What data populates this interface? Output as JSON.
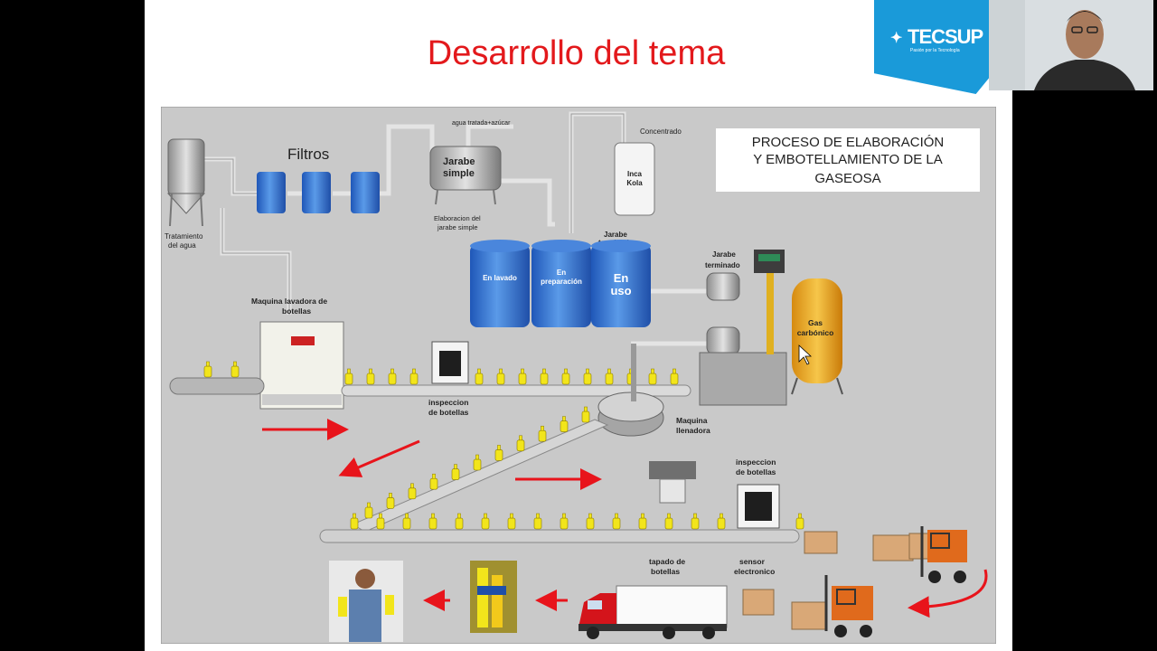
{
  "slide": {
    "title": "Desarrollo del tema"
  },
  "logo": {
    "brand": "TECSUP",
    "tagline": "Pasión por la Tecnología"
  },
  "diagram": {
    "heading": [
      "PROCESO DE ELABORACIÓN",
      "Y EMBOTELLAMIENTO DE LA",
      "GASEOSA"
    ],
    "filtros": "Filtros",
    "agua_tratada": "agua tratada+azúcar",
    "concentrado": "Concentrado",
    "tratamiento": [
      "Tratamiento",
      "del agua"
    ],
    "jarabe_simple_tank": [
      "Jarabe",
      "simple"
    ],
    "elaboracion": [
      "Elaboracion del",
      "jarabe simple"
    ],
    "inca_kola": [
      "Inca",
      "Kola"
    ],
    "jarabe_terminado_top": [
      "Jarabe",
      "terminado"
    ],
    "tank_lavado": "En lavado",
    "tank_preparacion": [
      "En",
      "preparación"
    ],
    "tank_uso": [
      "En",
      "uso"
    ],
    "jarabe_terminado": [
      "Jarabe",
      "terminado"
    ],
    "gas": [
      "Gas",
      "carbónico"
    ],
    "lavadora": [
      "Maquina lavadora de",
      "botellas"
    ],
    "inspeccion1": [
      "inspeccion",
      "de botellas"
    ],
    "llenadora": [
      "Maquina",
      "llenadora"
    ],
    "inspeccion2": [
      "inspeccion",
      "de botellas"
    ],
    "tapado": [
      "tapado de",
      "botellas"
    ],
    "sensor": [
      "sensor",
      "electronico"
    ]
  },
  "colors": {
    "title_red": "#e3191c",
    "brand_blue": "#1a9ad9",
    "tank_blue": "#2e6fd1",
    "bottle_yellow": "#f2e51b",
    "arrow_red": "#e8141b"
  }
}
